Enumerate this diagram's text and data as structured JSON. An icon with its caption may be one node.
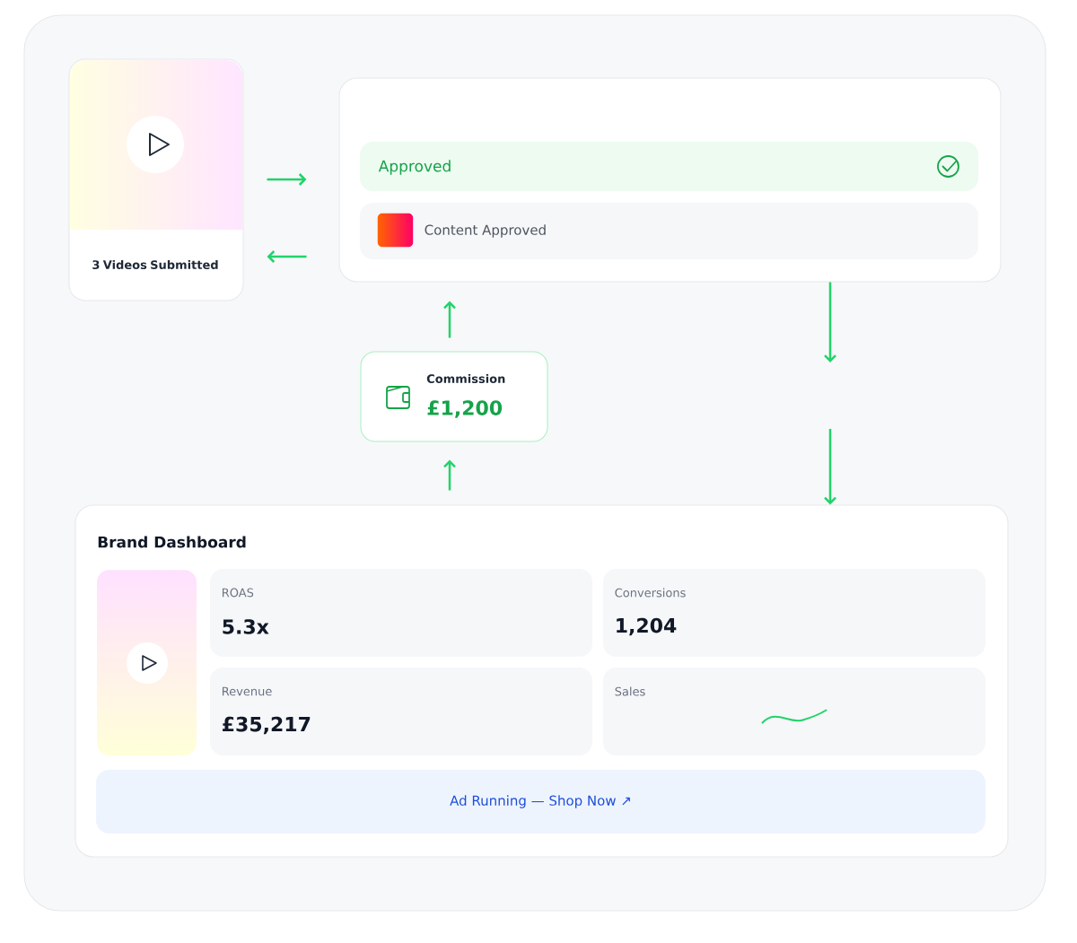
{
  "diagram": {
    "nodes": [
      {
        "text": [
          "3 Videos Submitted"
        ]
      },
      {
        "text": [],
        "shape": "box"
      },
      {
        "text": [
          "Approved"
        ],
        "in": 1
      },
      {
        "text": [
          "Content Approved"
        ],
        "in": 1
      },
      {
        "text": [
          "Commission",
          "£1,200"
        ]
      },
      {
        "text": [
          "Brand Dashboard"
        ]
      },
      {
        "text": [
          "ROAS",
          "5.3x"
        ],
        "in": 5
      },
      {
        "text": [
          "Conversions",
          "1,204"
        ],
        "in": 5
      },
      {
        "text": [
          "Revenue",
          "£35,217"
        ],
        "in": 5
      },
      {
        "text": [
          "Sales"
        ],
        "in": 5
      },
      {
        "text": [
          "Ad Running — Shop Now ↗"
        ],
        "in": 5
      }
    ],
    "edges": [
      {
        "from": 0,
        "to": 1,
        "arrow": "to"
      },
      {
        "from": 1,
        "to": 0,
        "arrow": "to"
      },
      {
        "from": 4,
        "to": 1,
        "arrow": "to"
      },
      {
        "from": 5,
        "to": 4,
        "arrow": "to"
      },
      {
        "from": 1,
        "to": null,
        "arrow": "to"
      },
      {
        "from": null,
        "to": 5,
        "arrow": "to"
      }
    ]
  }
}
